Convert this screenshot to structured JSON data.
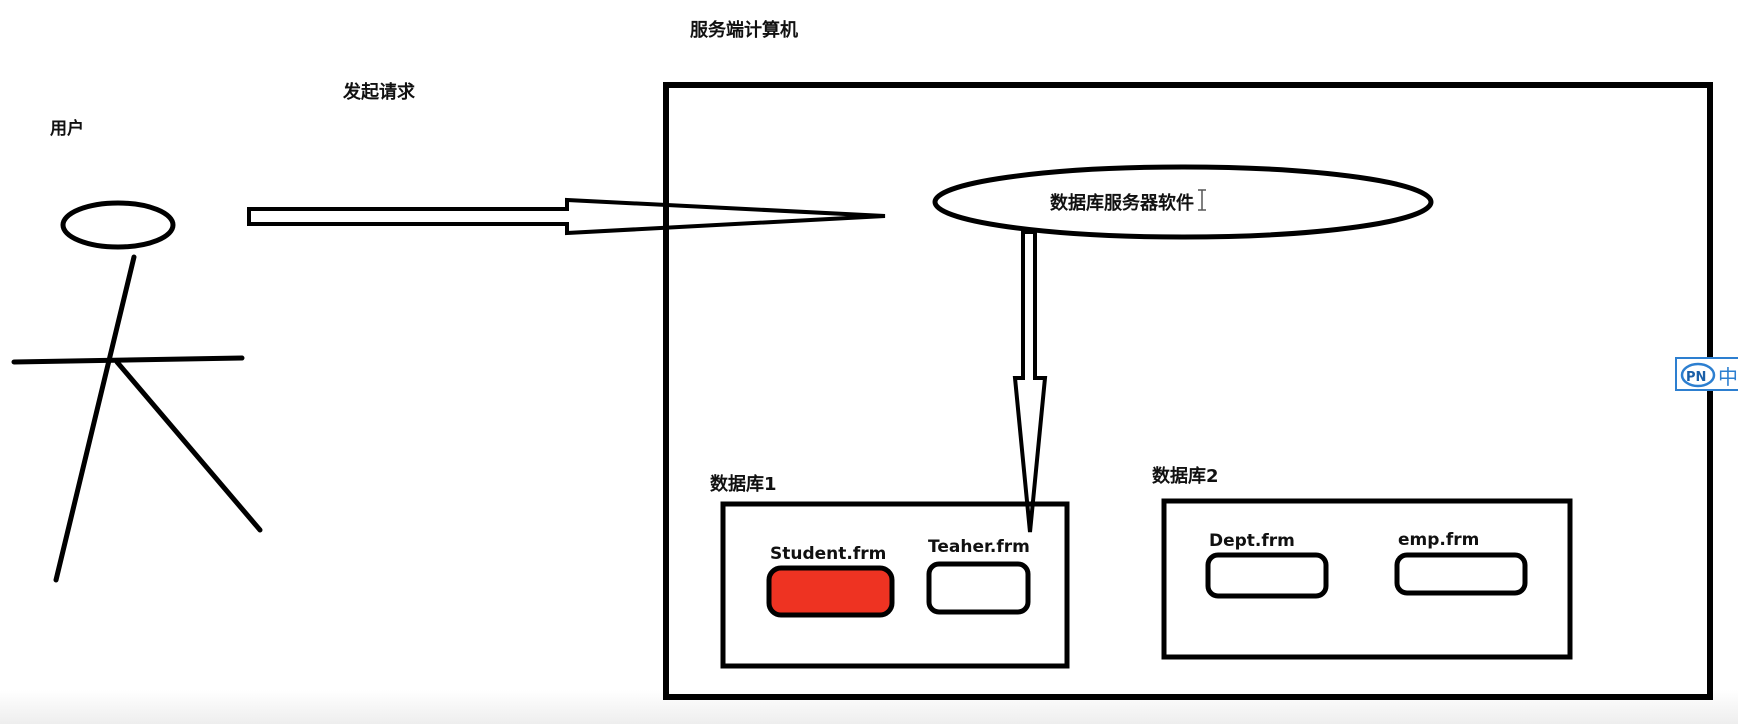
{
  "diagram": {
    "title": "服务端计算机",
    "user_label": "用户",
    "request_label": "发起请求",
    "server_software_label": "数据库服务器软件",
    "databases": [
      {
        "name": "数据库1",
        "files": [
          {
            "name": "Student.frm",
            "highlighted": true
          },
          {
            "name": "Teaher.frm",
            "highlighted": false
          }
        ]
      },
      {
        "name": "数据库2",
        "files": [
          {
            "name": "Dept.frm",
            "highlighted": false
          },
          {
            "name": "emp.frm",
            "highlighted": false
          }
        ]
      }
    ],
    "badge_text": "中"
  },
  "colors": {
    "highlight": "#ee3322",
    "stroke": "#000000",
    "badge": "#2d7fd0"
  }
}
